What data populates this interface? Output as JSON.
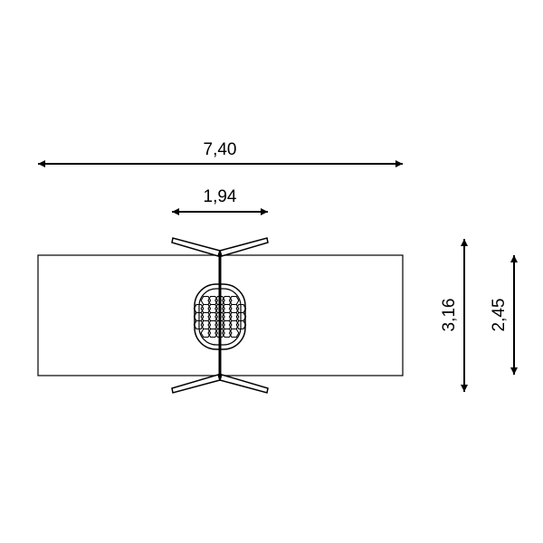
{
  "dimensions": {
    "overall_length": "7,40",
    "structure_width": "1,94",
    "overall_depth": "3,16",
    "area_depth": "2,45"
  },
  "colors": {
    "line": "#000000",
    "background": "#ffffff"
  }
}
